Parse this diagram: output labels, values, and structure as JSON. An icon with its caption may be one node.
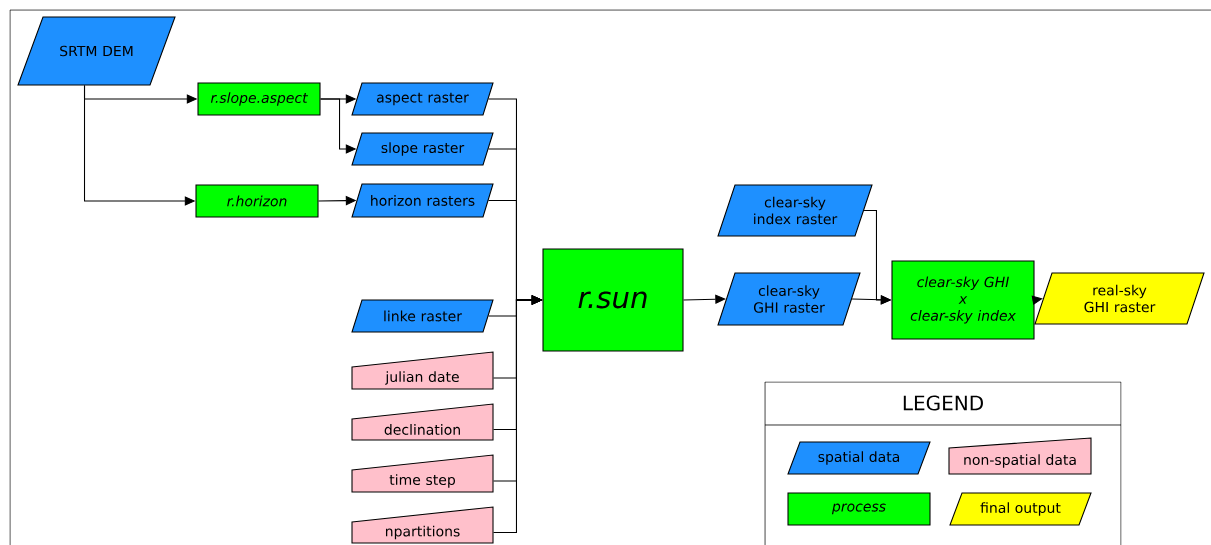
{
  "diagram": {
    "nodes": [
      {
        "text": [
          "SRTM DEM"
        ]
      },
      {
        "text": [
          "r.slope.aspect"
        ]
      },
      {
        "text": [
          "r.horizon"
        ]
      },
      {
        "text": [
          "aspect raster"
        ]
      },
      {
        "text": [
          "slope raster"
        ]
      },
      {
        "text": [
          "horizon rasters"
        ]
      },
      {
        "text": [
          "linke raster"
        ]
      },
      {
        "text": [
          "julian date"
        ]
      },
      {
        "text": [
          "declination"
        ]
      },
      {
        "text": [
          "time step"
        ]
      },
      {
        "text": [
          "npartitions"
        ]
      },
      {
        "text": [
          "r.sun"
        ]
      },
      {
        "text": [
          "clear-sky index raster"
        ]
      },
      {
        "text": [
          "clear-sky GHI raster"
        ]
      },
      {
        "text": [
          "clear-sky GHI",
          "x",
          "clear-sky index"
        ]
      },
      {
        "text": [
          "real-sky GHI raster"
        ]
      }
    ],
    "edges": [
      {
        "from": 0,
        "to": 1,
        "arrow": "to"
      },
      {
        "from": 0,
        "to": 2,
        "arrow": "to"
      },
      {
        "from": 1,
        "to": 3,
        "arrow": "to"
      },
      {
        "from": 1,
        "to": 4,
        "arrow": "to"
      },
      {
        "from": 2,
        "to": 5,
        "arrow": "to"
      },
      {
        "from": 3,
        "to": 11,
        "arrow": "to"
      },
      {
        "from": 4,
        "to": 11,
        "arrow": "to"
      },
      {
        "from": 5,
        "to": 11,
        "arrow": "to"
      },
      {
        "from": 6,
        "to": 11,
        "arrow": "to"
      },
      {
        "from": 7,
        "to": 11,
        "arrow": "to"
      },
      {
        "from": 8,
        "to": 11,
        "arrow": "to"
      },
      {
        "from": 9,
        "to": 11,
        "arrow": "to"
      },
      {
        "from": 10,
        "to": 11,
        "arrow": "to"
      },
      {
        "from": 11,
        "to": 13,
        "arrow": "to"
      },
      {
        "from": 13,
        "to": 14,
        "arrow": "to"
      },
      {
        "from": 12,
        "to": 14,
        "arrow": "to"
      },
      {
        "from": 14,
        "to": 15,
        "arrow": "to"
      }
    ],
    "labels": [
      "LEGEND"
    ],
    "legend": [
      {
        "text": "spatial data",
        "color": "#1e90ff"
      },
      {
        "text": "non-spatial data",
        "color": "#ffc0cb"
      },
      {
        "text": "process",
        "color": "#00ff00"
      },
      {
        "text": "final output",
        "color": "#ffff00"
      }
    ]
  }
}
